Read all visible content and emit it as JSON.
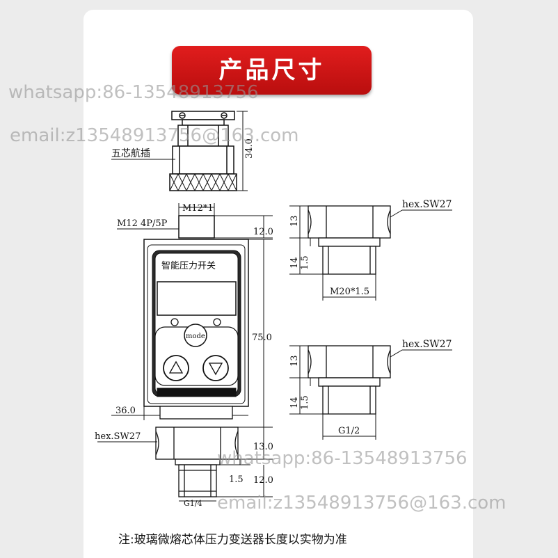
{
  "title": "产品尺寸",
  "note": "注:玻璃微熔芯体压力变送器长度以实物为准",
  "watermarks": {
    "whatsapp_top": "whatsapp:86-13548913756",
    "email_top": "email:z13548913756@163.com",
    "whatsapp_bottom": "whatsapp:86-13548913756",
    "email_bottom": "email:z13548913756@163.com"
  },
  "labels": {
    "connector": "五芯航插",
    "connector_height": "34.0",
    "m12_thread": "M12*1",
    "m12_spec": "M12 4P/5P",
    "dim_12_top": "12.0",
    "device_name": "智能压力开关",
    "mode_button": "mode",
    "dim_75": "75.0",
    "dim_36": "36.0",
    "hex_left": "hex.SW27",
    "dim_13_left": "13.0",
    "dim_15_left": "1.5",
    "dim_12_bottom": "12.0",
    "g14": "G1/4",
    "hex_right_1": "hex.SW27",
    "dim_13_r1": "13",
    "dim_14_r1": "14",
    "dim_15_r1": "1.5",
    "m20": "M20*1.5",
    "hex_right_2": "hex.SW27",
    "dim_13_r2": "13",
    "dim_14_r2": "14",
    "dim_15_r2": "1.5",
    "g12": "G1/2"
  }
}
